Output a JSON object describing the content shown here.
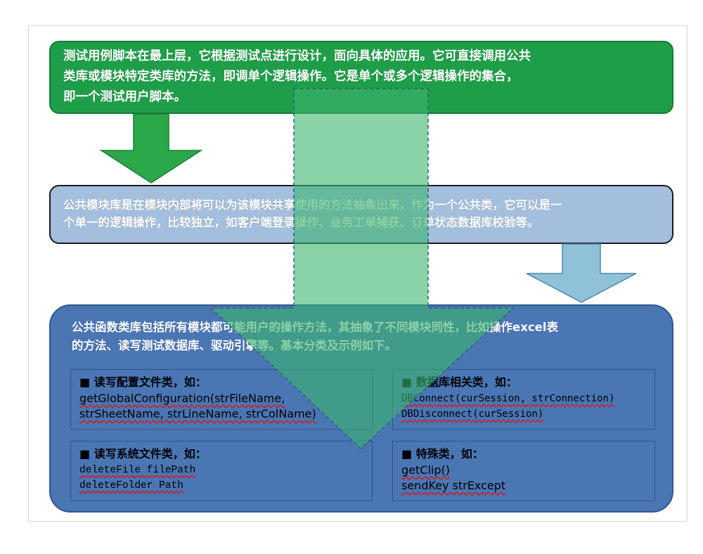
{
  "top_box": {
    "lines": [
      "测试用例脚本在最上层，它根据测试点进行设计，面向具体的应用。它可直接调用公共",
      "类库或模块特定类库的方法，即调单个逻辑操作。它是单个或多个逻辑操作的集合，",
      "即一个测试用户脚本。"
    ]
  },
  "mid_box": {
    "lines": [
      "公共模块库是在模块内部将可以为该模块共享使用的方法抽象出来，作为一个公共类，它可以是一",
      "个单一的逻辑操作，比较独立，如客户端登录操作、业务工单捕获、订单状态数据库校验等。"
    ]
  },
  "bottom_box": {
    "lines": [
      "公共函数类库包括所有模块都可能用户的操作方法，其抽象了不同模块同性，比如操作excel表",
      "的方法、读写测试数据库、驱动引擎等。基本分类及示例如下。"
    ]
  },
  "categories": [
    {
      "title": "■ 读写配置文件类，如：",
      "lines": [
        "getGlobalConfiguration(strFileName,",
        "strSheetName, strLineName, strColName)"
      ]
    },
    {
      "title": "■ 数据库相关类，如：",
      "lines": [
        "DBConnect(curSession, strConnection)",
        "DBDisconnect(curSession)"
      ]
    },
    {
      "title": "■ 读写系统文件类，如：",
      "lines": [
        "deleteFile filePath",
        "deleteFolder Path"
      ]
    },
    {
      "title": "■ 特殊类，如：",
      "lines": [
        "getClip()",
        "sendKey strExcept"
      ]
    }
  ],
  "colors": {
    "top_green": "#1f9e49",
    "mid_light_blue": "#a4bfde",
    "bottom_blue": "#4a76b4",
    "big_arrow_translucent": "rgba(60,180,110,0.6)",
    "down_arrow_green": "#2aa84a",
    "down_arrow_lightblue": "#8fc1d8"
  }
}
